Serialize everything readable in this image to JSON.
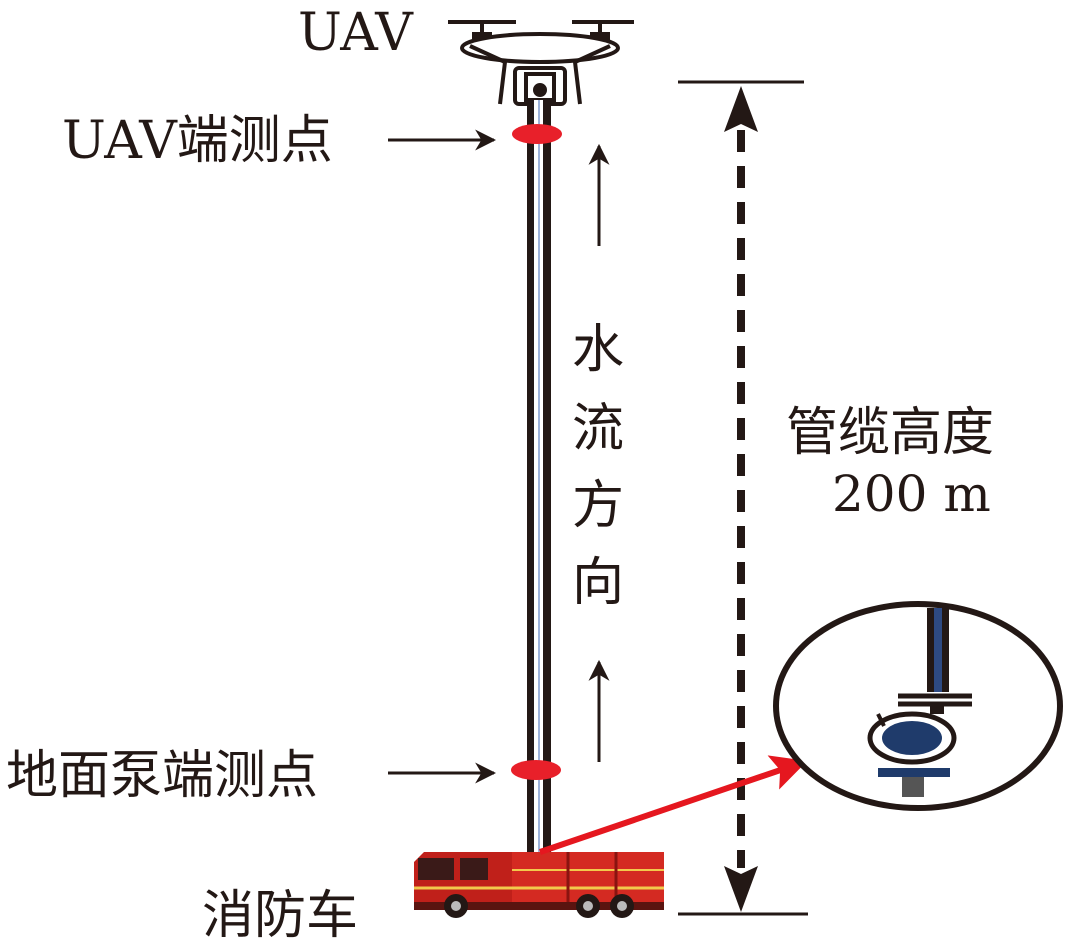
{
  "labels": {
    "uav": "UAV",
    "uav_point": "UAV端测点",
    "ground_point": "地面泵端测点",
    "fire_truck": "消防车",
    "flow_chars": [
      "水",
      "流",
      "方",
      "向"
    ],
    "height_title": "管缆高度",
    "height_value": "200 m"
  },
  "colors": {
    "ink": "#231815",
    "marker_red": "#e8202a",
    "arrow_red": "#e5171f",
    "truck_red": "#d42a22",
    "pipe_blue": "#9fb3d9",
    "pump_blue": "#1f3b6b"
  },
  "icons": {
    "uav": "drone-icon",
    "truck": "fire-truck-icon",
    "pump": "pump-detail-icon"
  }
}
